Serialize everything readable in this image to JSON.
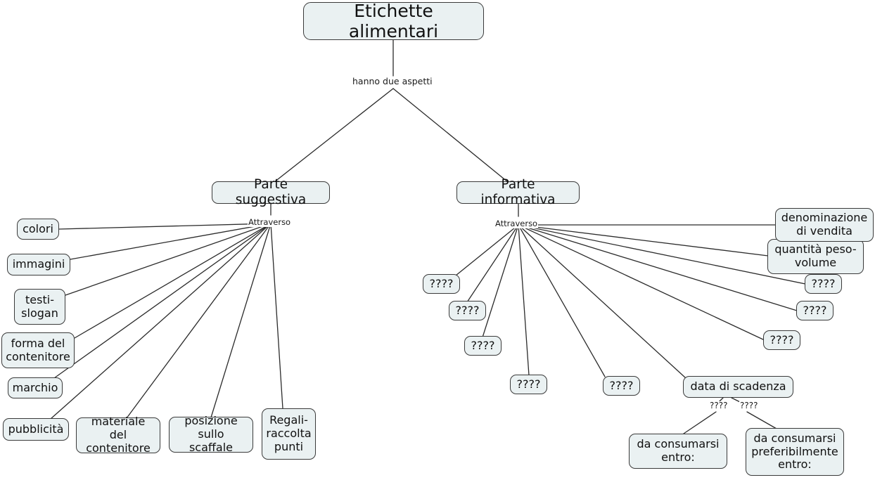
{
  "map": {
    "title": "Etichette alimentari",
    "background_color": "#ffffff",
    "node_fill_color": "#eaf1f2",
    "node_border_color": "#3a3a3a",
    "edge_color": "#2b2b2b"
  },
  "root": {
    "label": "Etichette alimentari"
  },
  "link_labels": {
    "root_split": "hanno due aspetti",
    "left_hub": "Attraverso",
    "right_hub": "Attraverso",
    "scadenza_left": "????",
    "scadenza_right": "????"
  },
  "branches": [
    {
      "label": "Parte suggestiva"
    },
    {
      "label": "Parte informativa"
    }
  ],
  "suggestiva_nodes": [
    {
      "label": "colori"
    },
    {
      "label": "immagini"
    },
    {
      "label": "testi-\nslogan"
    },
    {
      "label": "forma del\ncontenitore"
    },
    {
      "label": "marchio"
    },
    {
      "label": "pubblicità"
    },
    {
      "label": "materiale del\ncontenitore"
    },
    {
      "label": "posizione\nsullo scaffale"
    },
    {
      "label": "Regali-\nraccolta\npunti"
    }
  ],
  "informativa_nodes": [
    {
      "label": "????"
    },
    {
      "label": "????"
    },
    {
      "label": "????"
    },
    {
      "label": "????"
    },
    {
      "label": "????"
    },
    {
      "label": "data di scadenza"
    },
    {
      "label": "????"
    },
    {
      "label": "????"
    },
    {
      "label": "????"
    },
    {
      "label": "quantità peso-\nvolume"
    },
    {
      "label": "denominazione\ndi vendita"
    }
  ],
  "scadenza_children": [
    {
      "label": "da consumarsi\nentro:"
    },
    {
      "label": "da consumarsi\npreferibilmente\nentro:"
    }
  ]
}
